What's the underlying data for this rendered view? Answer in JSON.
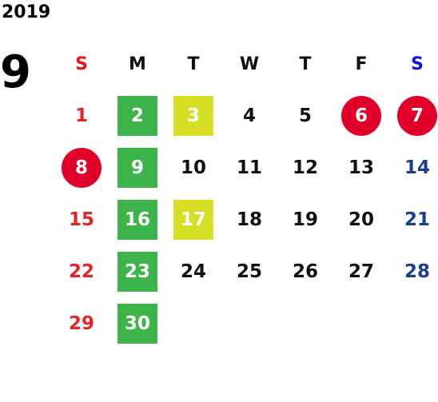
{
  "calendar": {
    "year": "2019",
    "month": "9",
    "weekdays": [
      {
        "label": "S",
        "color": "#e8141c"
      },
      {
        "label": "M",
        "color": "#111111"
      },
      {
        "label": "T",
        "color": "#111111"
      },
      {
        "label": "W",
        "color": "#111111"
      },
      {
        "label": "T",
        "color": "#111111"
      },
      {
        "label": "F",
        "color": "#111111"
      },
      {
        "label": "S",
        "color": "#1212d6"
      }
    ],
    "colors": {
      "sunday_text": "#e22424",
      "saturday_text": "#1b3f8f",
      "weekday_text": "#111111",
      "holiday_circle": "#e0002a",
      "green_square": "#3cb44a",
      "yellow_square": "#d6df23"
    },
    "weeks": [
      [
        {
          "day": "1",
          "style": "sun"
        },
        {
          "day": "2",
          "style": "green"
        },
        {
          "day": "3",
          "style": "yellow"
        },
        {
          "day": "4",
          "style": "normal"
        },
        {
          "day": "5",
          "style": "normal"
        },
        {
          "day": "6",
          "style": "holiday"
        },
        {
          "day": "7",
          "style": "holiday"
        }
      ],
      [
        {
          "day": "8",
          "style": "holiday"
        },
        {
          "day": "9",
          "style": "green"
        },
        {
          "day": "10",
          "style": "normal"
        },
        {
          "day": "11",
          "style": "normal"
        },
        {
          "day": "12",
          "style": "normal"
        },
        {
          "day": "13",
          "style": "normal"
        },
        {
          "day": "14",
          "style": "sat"
        }
      ],
      [
        {
          "day": "15",
          "style": "sun"
        },
        {
          "day": "16",
          "style": "green"
        },
        {
          "day": "17",
          "style": "yellow"
        },
        {
          "day": "18",
          "style": "normal"
        },
        {
          "day": "19",
          "style": "normal"
        },
        {
          "day": "20",
          "style": "normal"
        },
        {
          "day": "21",
          "style": "sat"
        }
      ],
      [
        {
          "day": "22",
          "style": "sun"
        },
        {
          "day": "23",
          "style": "green"
        },
        {
          "day": "24",
          "style": "normal"
        },
        {
          "day": "25",
          "style": "normal"
        },
        {
          "day": "26",
          "style": "normal"
        },
        {
          "day": "27",
          "style": "normal"
        },
        {
          "day": "28",
          "style": "sat"
        }
      ],
      [
        {
          "day": "29",
          "style": "sun"
        },
        {
          "day": "30",
          "style": "green"
        },
        {
          "day": "",
          "style": "empty"
        },
        {
          "day": "",
          "style": "empty"
        },
        {
          "day": "",
          "style": "empty"
        },
        {
          "day": "",
          "style": "empty"
        },
        {
          "day": "",
          "style": "empty"
        }
      ]
    ]
  }
}
